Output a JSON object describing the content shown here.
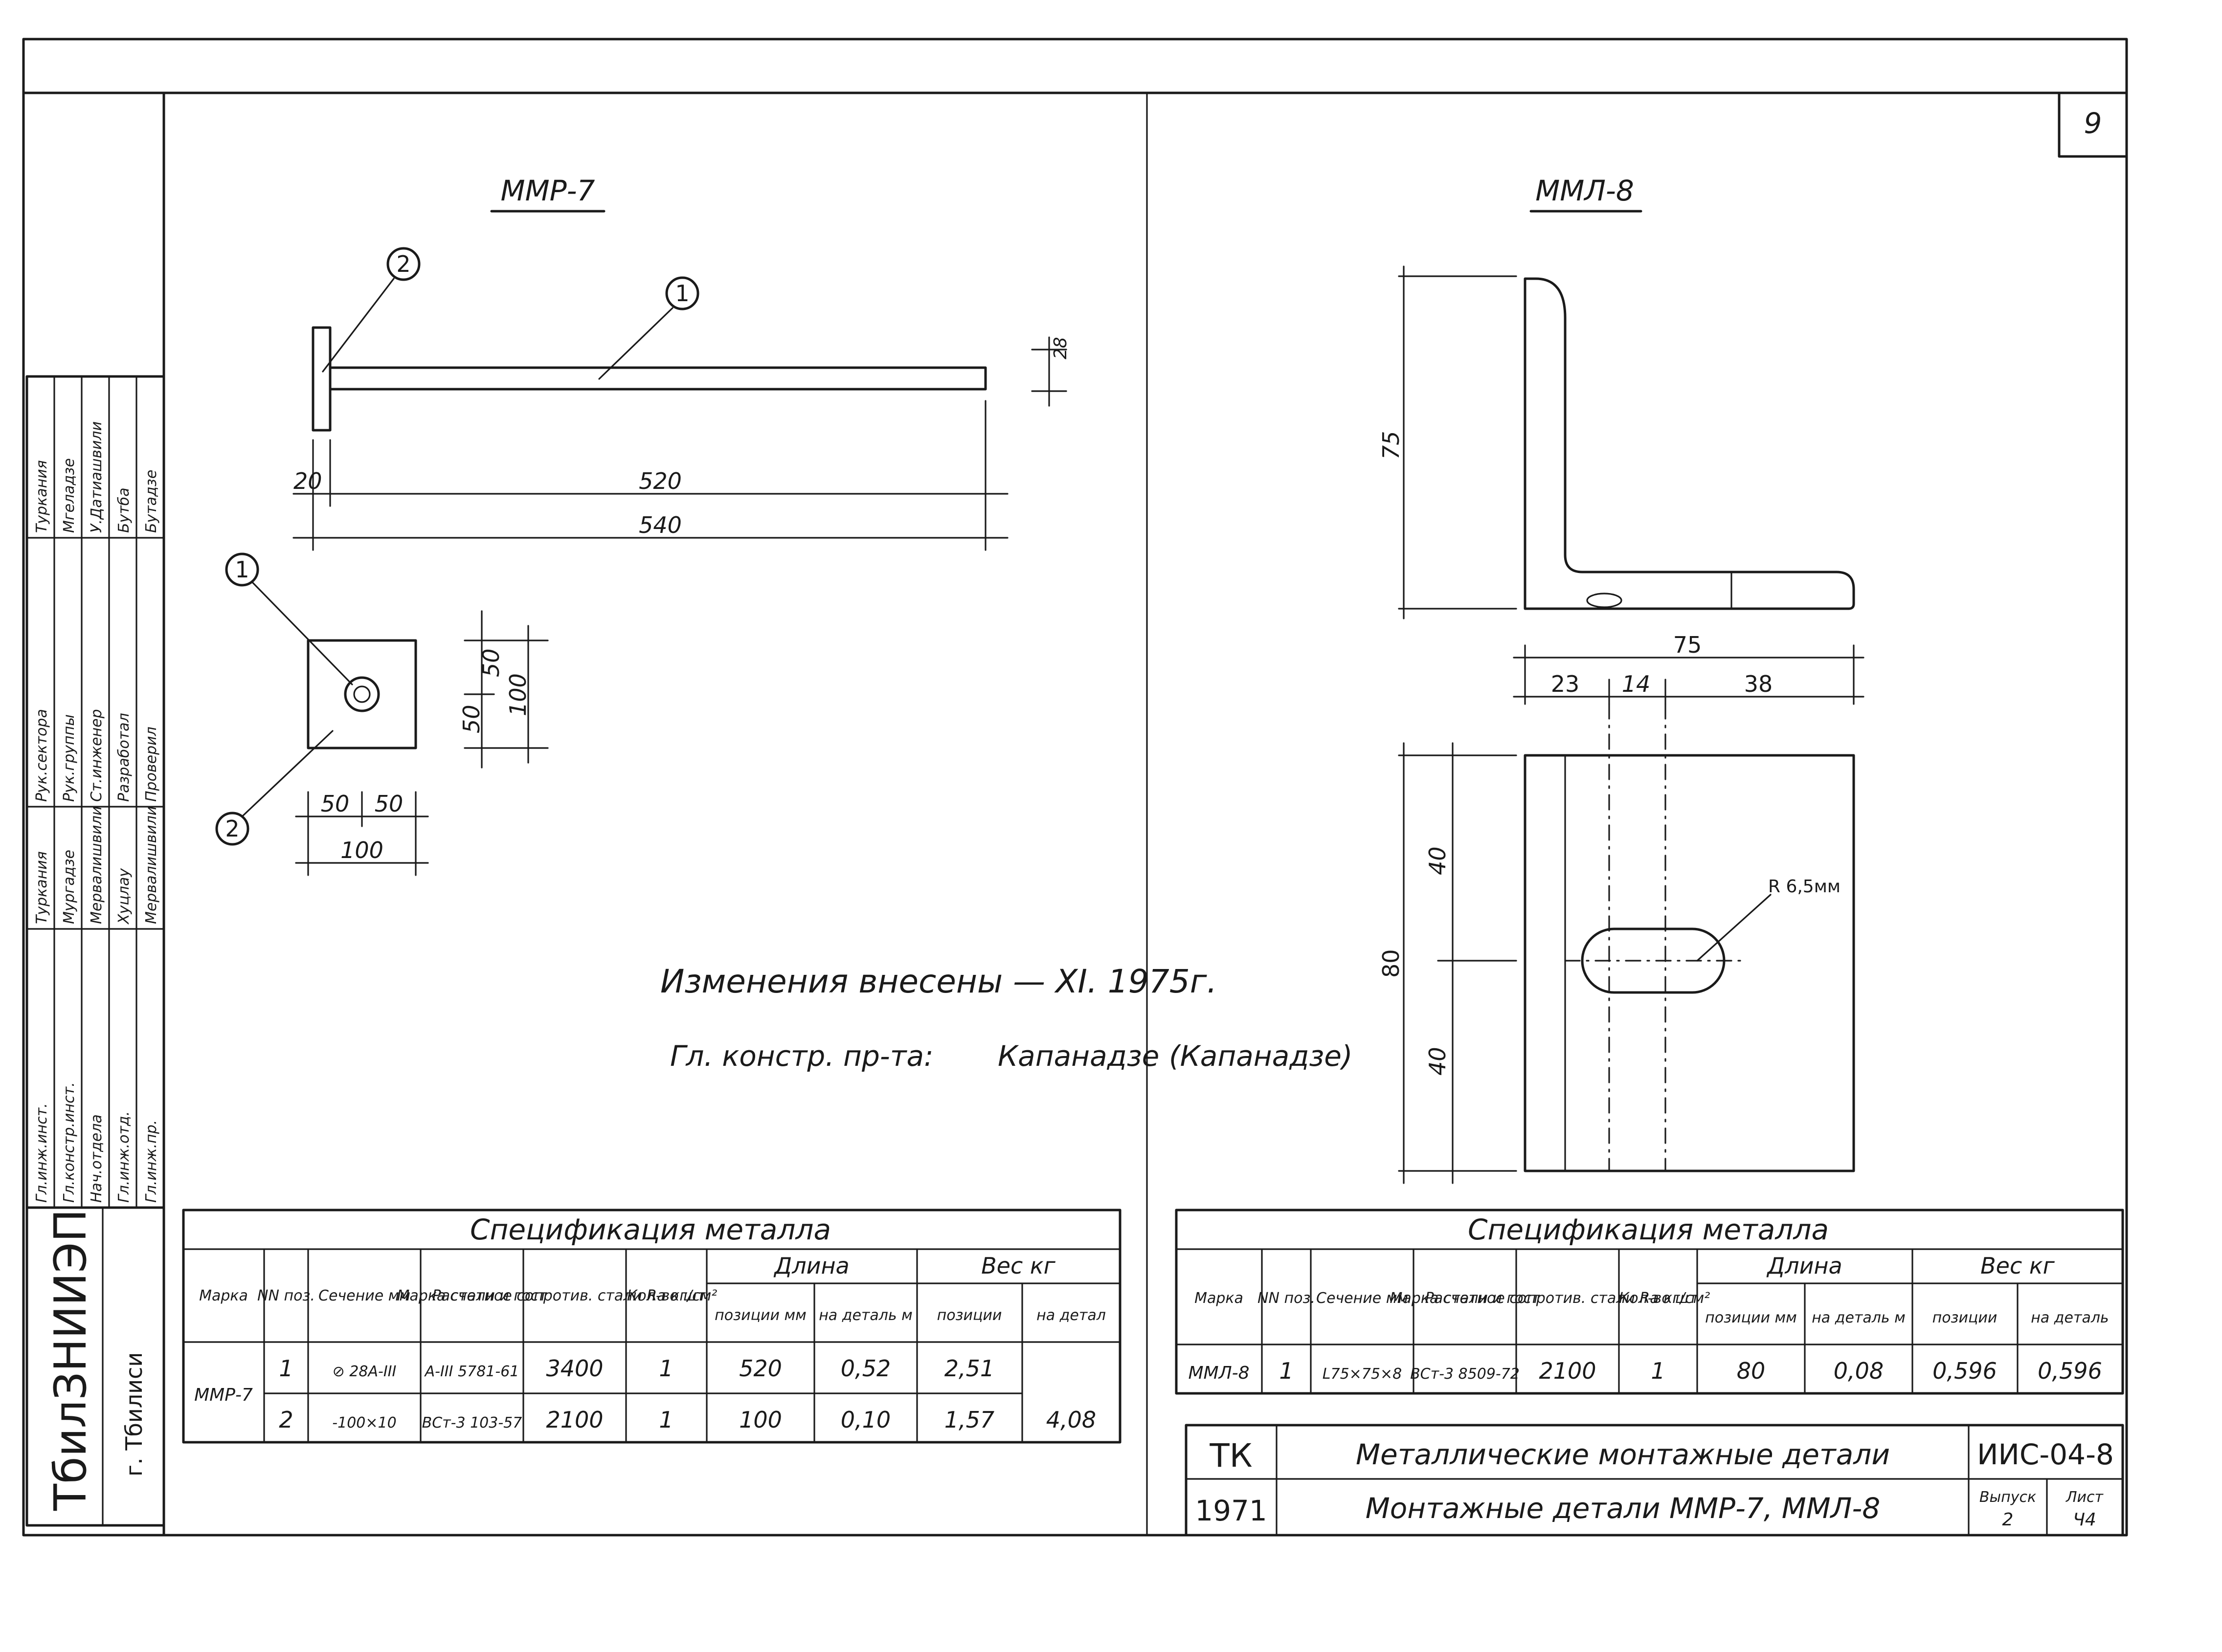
{
  "sheet_number": "9",
  "left_detail": {
    "title": "ММР-7",
    "callout_1": "1",
    "callout_2": "2",
    "dims": {
      "thickness": "28",
      "d20": "20",
      "d520": "520",
      "d540": "540",
      "v50a": "50",
      "v50b": "50",
      "v100": "100",
      "h50a": "50",
      "h50b": "50",
      "h100": "100"
    }
  },
  "right_detail": {
    "title": "ММЛ-8",
    "dims": {
      "h75": "75",
      "w75": "75",
      "d23": "23",
      "d14": "14",
      "d38": "38",
      "h80": "80",
      "h40a": "40",
      "h40b": "40",
      "radius": "R 6,5мм"
    }
  },
  "change_note": {
    "line1": "Изменения внесены — XI. 1975г.",
    "line2": "Гл. констр. пр-та:",
    "signature": "Капанадзе",
    "name": "(Капанадзе)"
  },
  "org": {
    "name": "ТбилЗНИИЭП",
    "city": "г. Тбилиси"
  },
  "approval_block": {
    "col1": [
      "Гл.инж.инст.",
      "Гл.констр.инст.",
      "Нач.отдела",
      "Гл.инж.отд.",
      "Гл.инж.пр."
    ],
    "col2": [
      "Рук.сектора",
      "Рук.группы",
      "Ст.инженер",
      "Разработал",
      "Проверил"
    ],
    "col3": [
      "Туркания",
      "Мургадзе",
      "Мервалишвили",
      "Хуцлау",
      "Мервалишвили"
    ],
    "col4": [
      "Туркания",
      "Мгеладзе",
      "У.Датиашвили",
      "Бутба",
      "Бутадзе"
    ]
  },
  "spec_left": {
    "title": "Спецификация металла",
    "headers": {
      "mark": "Марка",
      "pos": "NN поз.",
      "section": "Сечение мм",
      "steel": "Марка стали и гост",
      "resistance": "Расчетное сопротив. стали Ra кг/см²",
      "qty": "Кол-во шт",
      "length": "Длина",
      "length_pos": "позиции мм",
      "length_det": "на деталь м",
      "weight": "Вес кг",
      "weight_pos": "позиции",
      "weight_det": "на детал"
    },
    "mark_value": "ММР-7",
    "rows": [
      {
        "pos": "1",
        "section": "⊘ 28А-III",
        "steel": "А-III 5781-61",
        "resistance": "3400",
        "qty": "1",
        "length_pos": "520",
        "length_det": "0,52",
        "weight_pos": "2,51"
      },
      {
        "pos": "2",
        "section": "-100×10",
        "steel": "ВСт-3 103-57",
        "resistance": "2100",
        "qty": "1",
        "length_pos": "100",
        "length_det": "0,10",
        "weight_pos": "1,57"
      }
    ],
    "weight_total": "4,08"
  },
  "spec_right": {
    "title": "Спецификация металла",
    "headers": {
      "mark": "Марка",
      "pos": "NN поз.",
      "section": "Сечение мм",
      "steel": "Марка стали и гост",
      "resistance": "Расчетное сопротив. стали Ra кг/см²",
      "qty": "Кол-во шт",
      "length": "Длина",
      "length_pos": "позиции мм",
      "length_det": "на деталь м",
      "weight": "Вес кг",
      "weight_pos": "позиции",
      "weight_det": "на деталь"
    },
    "row": {
      "mark": "ММЛ-8",
      "pos": "1",
      "section": "L75×75×8",
      "steel": "ВСт-3 8509-72",
      "resistance": "2100",
      "qty": "1",
      "length_pos": "80",
      "length_det": "0,08",
      "weight_pos": "0,596",
      "weight_det": "0,596"
    }
  },
  "title_block": {
    "series": "ТК",
    "year": "1971",
    "title1": "Металлические монтажные детали",
    "title2": "Монтажные детали ММР-7, ММЛ-8",
    "code": "ИИС-04-8",
    "issue_label": "Выпуск",
    "issue": "2",
    "sheet_label": "Лист",
    "sheet": "Ч4"
  }
}
